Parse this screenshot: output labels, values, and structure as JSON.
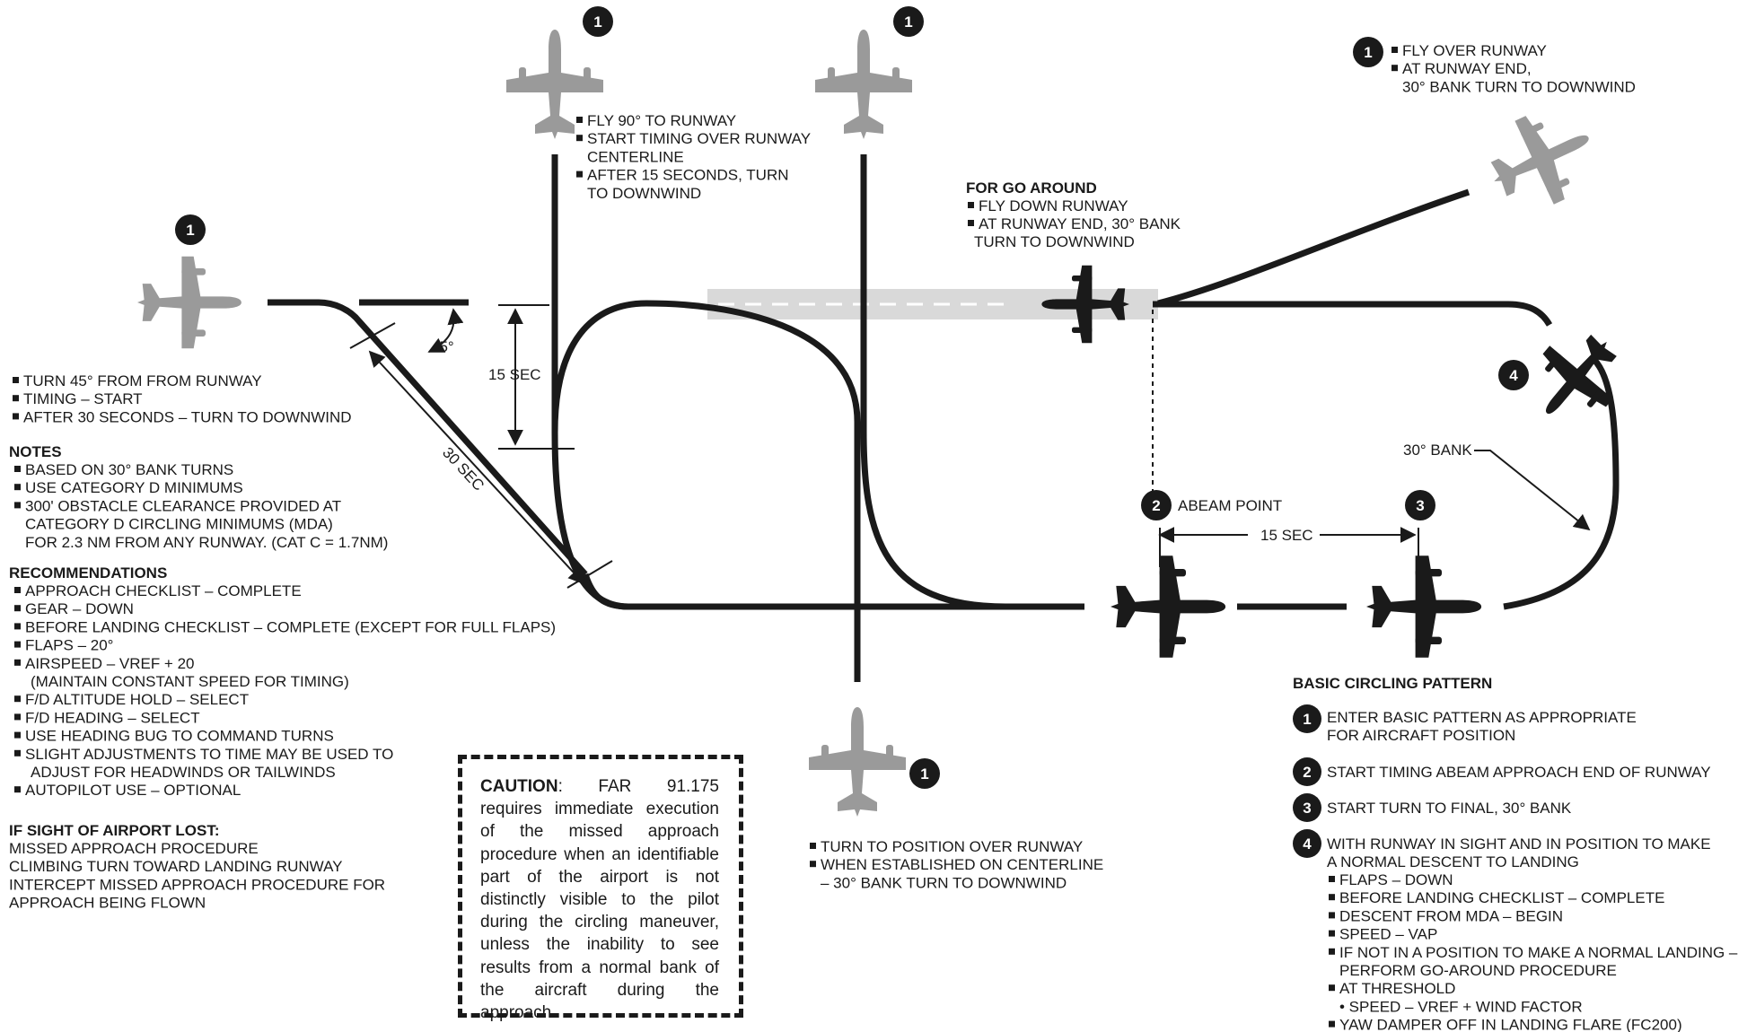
{
  "colors": {
    "ink": "#1a1a1a",
    "gray_aircraft": "#9a9a9a",
    "runway": "#d9d9d9"
  },
  "icons": [
    "aircraft-icon",
    "step-badge"
  ],
  "top_left_aircraft": {
    "badge": "1",
    "bullets": [
      "TURN 45° FROM FROM RUNWAY",
      "TIMING – START",
      "AFTER 30 SECONDS – TURN TO DOWNWIND"
    ]
  },
  "top_mid_aircraft": {
    "badge": "1",
    "bullets": [
      "FLY 90° TO RUNWAY",
      "START TIMING OVER RUNWAY",
      "CENTERLINE",
      "AFTER 15 SECONDS, TURN",
      "TO DOWNWIND"
    ]
  },
  "top_center_aircraft": {
    "badge": "1"
  },
  "bottom_aircraft": {
    "badge": "1",
    "bullets": [
      "TURN TO POSITION OVER RUNWAY",
      "WHEN ESTABLISHED ON CENTERLINE",
      "– 30° BANK TURN TO DOWNWIND"
    ]
  },
  "top_right_aircraft": {
    "badge": "1",
    "bullets": [
      "FLY OVER RUNWAY",
      "AT RUNWAY END,",
      "30° BANK TURN TO DOWNWIND"
    ]
  },
  "go_around": {
    "title": "FOR GO AROUND",
    "bullets": [
      "FLY DOWN RUNWAY",
      "AT RUNWAY END, 30° BANK",
      "TURN TO DOWNWIND"
    ]
  },
  "labels": {
    "angle": "45°",
    "fifteen_sec_vertical": "15 SEC",
    "thirty_sec": "30 SEC",
    "abeam_point": "ABEAM POINT",
    "fifteen_sec_horizontal": "15 SEC",
    "bank": "30° BANK",
    "badge_2": "2",
    "badge_3": "3",
    "badge_4": "4"
  },
  "notes": {
    "title": "NOTES",
    "lines": [
      "BASED ON 30° BANK TURNS",
      "USE CATEGORY D MINIMUMS",
      "300' OBSTACLE CLEARANCE PROVIDED AT",
      "CATEGORY D CIRCLING MINIMUMS (MDA)",
      "FOR 2.3 NM FROM ANY RUNWAY. (CAT C = 1.7NM)"
    ]
  },
  "recommendations": {
    "title": "RECOMMENDATIONS",
    "lines": [
      "APPROACH CHECKLIST – COMPLETE",
      "GEAR – DOWN",
      "BEFORE LANDING CHECKLIST – COMPLETE (EXCEPT FOR FULL FLAPS)",
      "FLAPS – 20°",
      "AIRSPEED – VREF + 20",
      "(MAINTAIN CONSTANT SPEED FOR TIMING)",
      "F/D ALTITUDE HOLD – SELECT",
      "F/D HEADING – SELECT",
      "USE HEADING BUG TO COMMAND TURNS",
      "SLIGHT ADJUSTMENTS TO TIME  MAY BE USED TO",
      "ADJUST FOR HEADWINDS OR TAILWINDS",
      "AUTOPILOT USE – OPTIONAL"
    ]
  },
  "lost_sight": {
    "title": "IF SIGHT OF AIRPORT LOST:",
    "lines": [
      "MISSED APPROACH PROCEDURE",
      "CLIMBING TURN TOWARD LANDING RUNWAY",
      "INTERCEPT MISSED APPROACH PROCEDURE FOR",
      "APPROACH BEING FLOWN"
    ]
  },
  "caution": {
    "label": "CAUTION",
    "lines": [
      ": FAR 91.175 requires",
      "immediate execution of the",
      "missed approach procedure",
      "when an identifiable part of",
      "the airport is not distinctly",
      "visible to the pilot during the",
      "circling maneuver, unless the",
      "inability to see results from a",
      "normal bank of the aircraft",
      "during the approach."
    ]
  },
  "basic_pattern": {
    "title": "BASIC CIRCLING PATTERN",
    "step1": [
      "ENTER BASIC PATTERN AS APPROPRIATE",
      "FOR AIRCRAFT POSITION"
    ],
    "step2": "START TIMING ABEAM APPROACH END OF RUNWAY",
    "step3": "START TURN TO FINAL, 30° BANK",
    "step4": [
      "WITH RUNWAY IN SIGHT AND IN POSITION TO MAKE",
      "A NORMAL DESCENT TO LANDING"
    ],
    "step4_bullets": [
      "FLAPS – DOWN",
      "BEFORE LANDING CHECKLIST – COMPLETE",
      "DESCENT FROM MDA – BEGIN",
      "SPEED – VAP",
      "IF NOT IN A POSITION TO MAKE A NORMAL LANDING –",
      "PERFORM GO-AROUND PROCEDURE",
      "AT THRESHOLD",
      "• SPEED – VREF + WIND FACTOR",
      "YAW DAMPER OFF IN LANDING FLARE (FC200)"
    ]
  }
}
